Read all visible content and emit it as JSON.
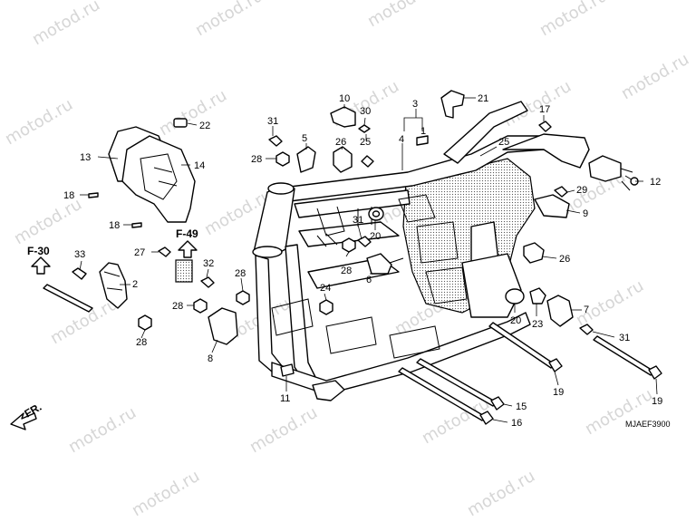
{
  "watermark": "motod.ru",
  "diagram_code": "MJAEF3900",
  "front_indicator": "FR.",
  "refs": {
    "f30": "F-30",
    "f49": "F-49"
  },
  "callouts": {
    "c1": "1",
    "c2": "2",
    "c3": "3",
    "c4": "4",
    "c5": "5",
    "c6": "6",
    "c7": "7",
    "c8": "8",
    "c9": "9",
    "c10": "10",
    "c11": "11",
    "c12": "12",
    "c13": "13",
    "c14": "14",
    "c15": "15",
    "c16": "16",
    "c17": "17",
    "c18a": "18",
    "c18b": "18",
    "c19a": "19",
    "c19b": "19",
    "c20a": "20",
    "c20b": "20",
    "c21": "21",
    "c22": "22",
    "c23": "23",
    "c24": "24",
    "c25a": "25",
    "c25b": "25",
    "c26a": "26",
    "c26b": "26",
    "c27": "27",
    "c28a": "28",
    "c28b": "28",
    "c28c": "28",
    "c28d": "28",
    "c28e": "28",
    "c29": "29",
    "c30": "30",
    "c31a": "31",
    "c31b": "31",
    "c31c": "31",
    "c32": "32",
    "c33": "33"
  }
}
